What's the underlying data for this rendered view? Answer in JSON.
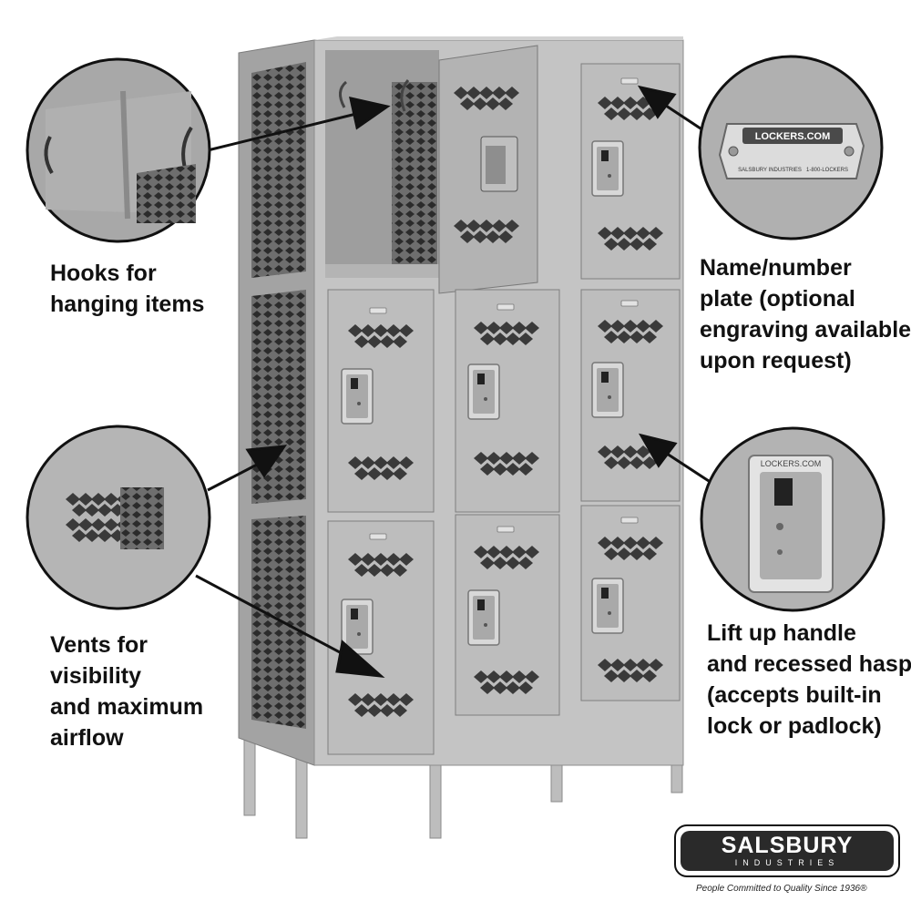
{
  "callouts": {
    "hooks": {
      "lines": [
        "Hooks for",
        "hanging items"
      ]
    },
    "plate": {
      "lines": [
        "Name/number",
        "plate (optional",
        "engraving available",
        "upon request)"
      ]
    },
    "vents": {
      "lines": [
        "Vents for",
        "visibility",
        "and maximum",
        "airflow"
      ]
    },
    "handle": {
      "lines": [
        "Lift up handle",
        "and recessed hasp",
        "(accepts built-in",
        "lock or padlock)"
      ]
    }
  },
  "plate_text": {
    "brand": "LOCKERS.COM",
    "maker": "SALSBURY INDUSTRIES",
    "phone": "1-800-LOCKERS"
  },
  "handle_text": "LOCKERS.COM",
  "logo": {
    "name": "SALSBURY",
    "sub": "INDUSTRIES",
    "tagline": "People Committed to Quality Since 1936®"
  },
  "colors": {
    "locker": "#b9b9b9",
    "locker_dark": "#8f8f8f",
    "ink": "#111111"
  }
}
